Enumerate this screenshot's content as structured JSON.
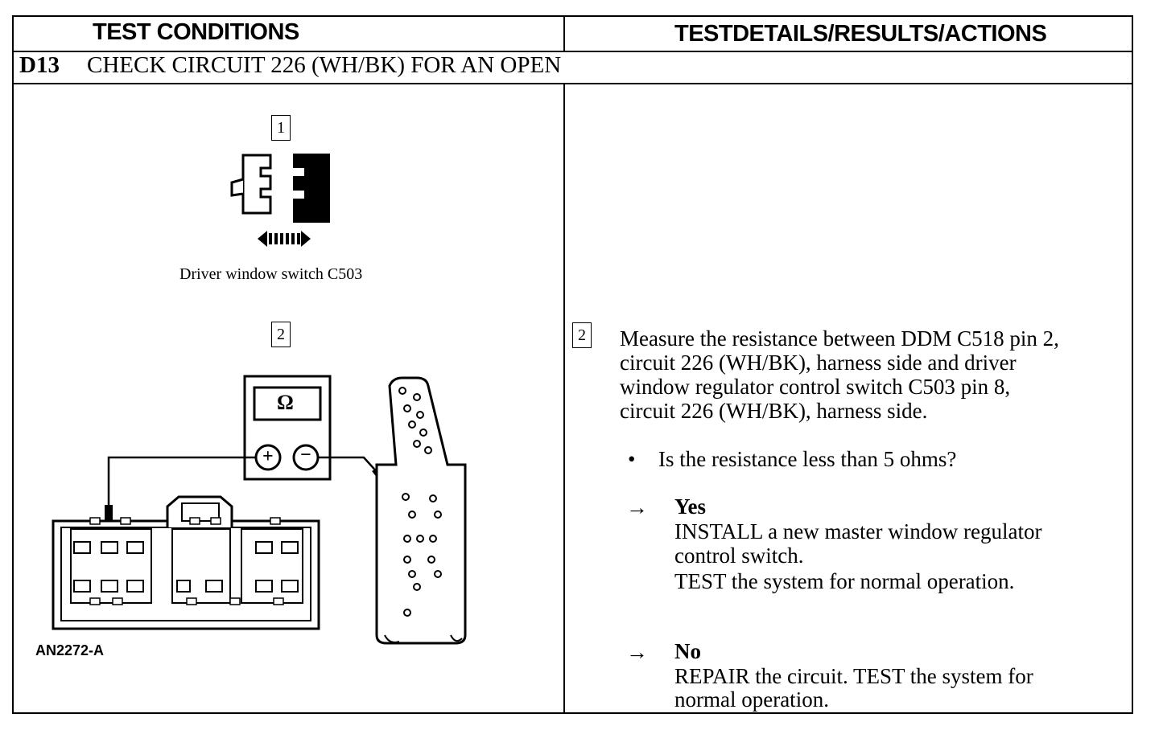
{
  "table": {
    "left_header": "TEST CONDITIONS",
    "right_header": "TESTDETAILS/RESULTS/ACTIONS"
  },
  "step": {
    "id": "D13",
    "title": "CHECK CIRCUIT 226 (WH/BK) FOR AN OPEN"
  },
  "figures": {
    "step1_number": "1",
    "step1_caption": "Driver window switch C503",
    "step2_number": "2",
    "meter_symbol": "Ω",
    "meter_plus": "+",
    "meter_minus": "−",
    "figure_id": "AN2272-A"
  },
  "details": {
    "step_number": "2",
    "instruction_lines": [
      "Measure the resistance between DDM C518 pin 2,",
      "circuit 226 (WH/BK), harness side and driver",
      "window regulator control switch C503 pin 8,",
      "circuit 226 (WH/BK), harness side."
    ],
    "bullet": "•",
    "question": "Is the resistance less than 5 ohms?",
    "arrow": "→",
    "yes_label": "Yes",
    "yes_lines": [
      "INSTALL a new master window regulator",
      "control switch.",
      "TEST the system for normal operation."
    ],
    "no_label": "No",
    "no_lines": [
      "REPAIR the circuit. TEST the system for",
      "normal operation."
    ]
  }
}
